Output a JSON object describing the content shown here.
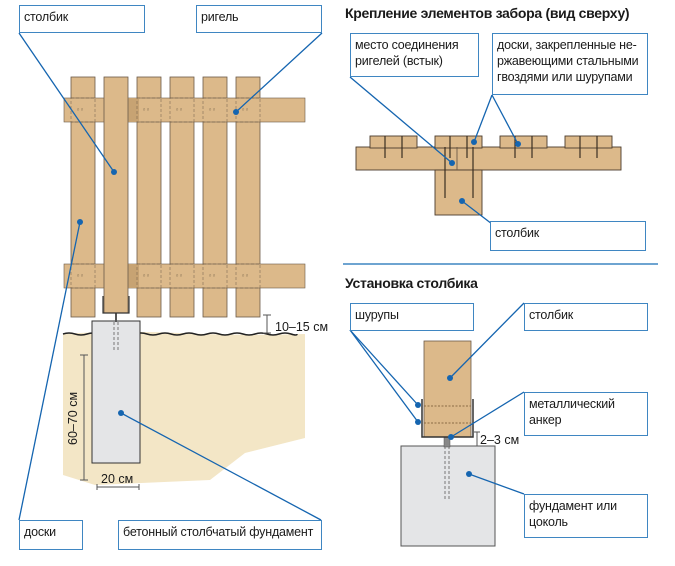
{
  "colors": {
    "wood": "#dcb98a",
    "wood_dark": "#c7a373",
    "wood_stroke": "#6b5a48",
    "soil": "#f3e6c6",
    "concrete": "#e4e5e7",
    "callout": "#1565b0",
    "label_border": "#3f86c2"
  },
  "main_diagram": {
    "labels": {
      "post": "столбик",
      "rail": "ригель",
      "boards": "доски",
      "foundation": "бетонный столбчатый фундамент"
    },
    "dimensions": {
      "ground_gap": "10–15 см",
      "depth": "60–70 см",
      "width": "20 см"
    }
  },
  "top_view": {
    "title": "Крепление элементов забора (вид сверху)",
    "labels": {
      "joint": "место соединения ригелей (встык)",
      "boards_fastened": "доски, закрепленные не-ржавеющими стальными гвоздями или шурупами",
      "post": "столбик"
    }
  },
  "post_install": {
    "title": "Установка столбика",
    "labels": {
      "screws": "шурупы",
      "post": "столбик",
      "anchor": "металлический анкер",
      "base": "фундамент или цоколь"
    },
    "dimensions": {
      "anchor_gap": "2–3 см"
    }
  }
}
